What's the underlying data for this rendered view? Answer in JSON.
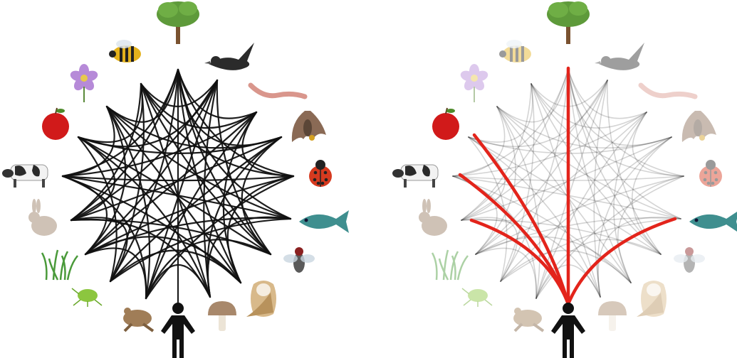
{
  "panels": [
    {
      "id": "all-connections",
      "mode": "all",
      "link_color": "#111111"
    },
    {
      "id": "human-connections",
      "mode": "human",
      "link_color": "#111111",
      "highlight_color": "#e3241b",
      "highlighted_nodes": [
        "tree",
        "fish",
        "apple",
        "cow",
        "rabbit"
      ]
    }
  ],
  "nodes": [
    {
      "id": "tree",
      "icon": "tree-icon"
    },
    {
      "id": "crow",
      "icon": "crow-icon"
    },
    {
      "id": "worm",
      "icon": "earthworm-icon"
    },
    {
      "id": "bat",
      "icon": "bat-icon"
    },
    {
      "id": "ladybug",
      "icon": "ladybug-icon"
    },
    {
      "id": "fish",
      "icon": "fish-icon"
    },
    {
      "id": "fly",
      "icon": "fly-icon"
    },
    {
      "id": "owl",
      "icon": "owl-icon"
    },
    {
      "id": "mushroom",
      "icon": "mushroom-icon"
    },
    {
      "id": "human",
      "icon": "human-icon"
    },
    {
      "id": "frog",
      "icon": "frog-icon"
    },
    {
      "id": "aphid",
      "icon": "aphid-icon"
    },
    {
      "id": "grass",
      "icon": "grass-icon"
    },
    {
      "id": "rabbit",
      "icon": "rabbit-icon"
    },
    {
      "id": "cow",
      "icon": "cow-icon"
    },
    {
      "id": "apple",
      "icon": "apple-icon"
    },
    {
      "id": "flower",
      "icon": "flower-icon"
    },
    {
      "id": "bee",
      "icon": "bee-icon"
    }
  ],
  "links": [
    [
      "tree",
      "worm"
    ],
    [
      "tree",
      "ladybug"
    ],
    [
      "tree",
      "fly"
    ],
    [
      "tree",
      "owl"
    ],
    [
      "tree",
      "aphid"
    ],
    [
      "tree",
      "rabbit"
    ],
    [
      "tree",
      "cow"
    ],
    [
      "tree",
      "flower"
    ],
    [
      "tree",
      "fish"
    ],
    [
      "tree",
      "bat"
    ],
    [
      "crow",
      "fly"
    ],
    [
      "crow",
      "mushroom"
    ],
    [
      "crow",
      "frog"
    ],
    [
      "crow",
      "grass"
    ],
    [
      "crow",
      "apple"
    ],
    [
      "crow",
      "bee"
    ],
    [
      "crow",
      "rabbit"
    ],
    [
      "worm",
      "ladybug"
    ],
    [
      "worm",
      "owl"
    ],
    [
      "worm",
      "frog"
    ],
    [
      "worm",
      "grass"
    ],
    [
      "worm",
      "cow"
    ],
    [
      "worm",
      "bee"
    ],
    [
      "bat",
      "fly"
    ],
    [
      "bat",
      "mushroom"
    ],
    [
      "bat",
      "aphid"
    ],
    [
      "bat",
      "rabbit"
    ],
    [
      "bat",
      "apple"
    ],
    [
      "bat",
      "flower"
    ],
    [
      "ladybug",
      "owl"
    ],
    [
      "ladybug",
      "frog"
    ],
    [
      "ladybug",
      "grass"
    ],
    [
      "ladybug",
      "cow"
    ],
    [
      "ladybug",
      "bee"
    ],
    [
      "fish",
      "mushroom"
    ],
    [
      "fish",
      "aphid"
    ],
    [
      "fish",
      "grass"
    ],
    [
      "fish",
      "cow"
    ],
    [
      "fish",
      "flower"
    ],
    [
      "fly",
      "frog"
    ],
    [
      "fly",
      "rabbit"
    ],
    [
      "fly",
      "apple"
    ],
    [
      "fly",
      "bee"
    ],
    [
      "owl",
      "aphid"
    ],
    [
      "owl",
      "grass"
    ],
    [
      "owl",
      "cow"
    ],
    [
      "owl",
      "flower"
    ],
    [
      "mushroom",
      "frog"
    ],
    [
      "mushroom",
      "rabbit"
    ],
    [
      "mushroom",
      "apple"
    ],
    [
      "mushroom",
      "bee"
    ],
    [
      "frog",
      "grass"
    ],
    [
      "frog",
      "cow"
    ],
    [
      "frog",
      "flower"
    ],
    [
      "aphid",
      "rabbit"
    ],
    [
      "aphid",
      "apple"
    ],
    [
      "aphid",
      "bee"
    ],
    [
      "grass",
      "cow"
    ],
    [
      "grass",
      "flower"
    ],
    [
      "rabbit",
      "apple"
    ],
    [
      "rabbit",
      "bee"
    ],
    [
      "cow",
      "flower"
    ],
    [
      "apple",
      "bee"
    ],
    [
      "human",
      "tree"
    ],
    [
      "human",
      "fish"
    ],
    [
      "human",
      "apple"
    ],
    [
      "human",
      "cow"
    ],
    [
      "human",
      "rabbit"
    ]
  ],
  "colors": {
    "tree_canopy": "#5e9a3a",
    "tree_trunk": "#7a5230",
    "crow": "#2b2b2b",
    "worm": "#d9968c",
    "bat": "#8a6a55",
    "ladybug": "#d63a1f",
    "fish": "#3f8f8f",
    "fly": "#5a5a5a",
    "owl": "#d8b98a",
    "mushroom": "#a8886b",
    "human": "#111111",
    "frog": "#a07d57",
    "aphid": "#8cc63f",
    "grass": "#4a9a3a",
    "rabbit": "#cfc2b6",
    "cow": "#2a2a2a",
    "apple": "#d11a1a",
    "flower": "#b68ad8",
    "bee": "#e3b11c"
  }
}
